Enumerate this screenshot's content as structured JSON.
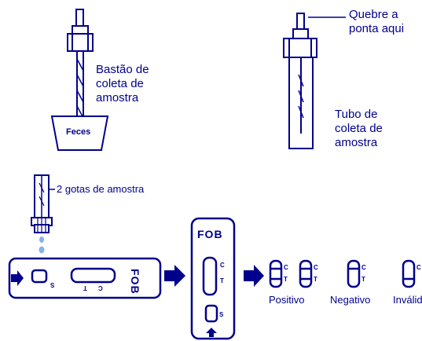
{
  "labels": {
    "stick": "Bastão de\ncoleta de\namostra",
    "break": "Quebre a\nponta aqui",
    "tube": "Tubo de\ncoleta de\namostra",
    "cup": "Feces",
    "drops": "2 gotas de amostra",
    "fob_horizontal": "FOB",
    "fob_vertical": "FOB",
    "positive": "Positivo",
    "negative": "Negativo",
    "invalid": "Inválido"
  },
  "markers": {
    "control": "C",
    "test": "T",
    "sample": "S"
  },
  "colors": {
    "line": "#00008b",
    "droplet": "#87b4e0"
  }
}
